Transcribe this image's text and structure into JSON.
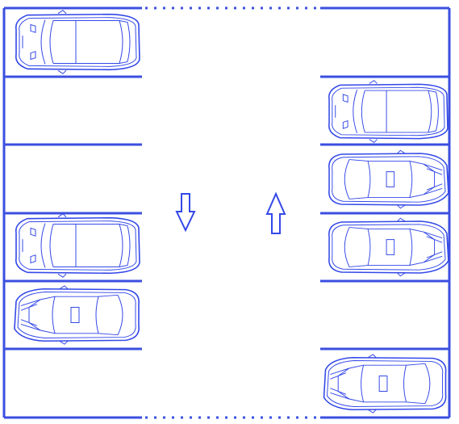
{
  "lot": {
    "line_color": "#3b4fe0",
    "car_color": "#3348e8",
    "background": "#ffffff",
    "left_slots": [
      "occupied",
      "empty",
      "empty",
      "occupied",
      "occupied",
      "empty"
    ],
    "right_slots": [
      "empty",
      "occupied",
      "occupied",
      "occupied",
      "empty",
      "occupied"
    ],
    "left_cars": [
      "hatchback-front-left",
      "hatchback-front-left",
      "sedan-front-right"
    ],
    "right_cars": [
      "hatchback-front-left",
      "sedan-front-left",
      "sedan-front-left",
      "sedan-front-right"
    ],
    "lane_arrows": [
      "arrow-down-icon",
      "arrow-up-icon"
    ]
  }
}
